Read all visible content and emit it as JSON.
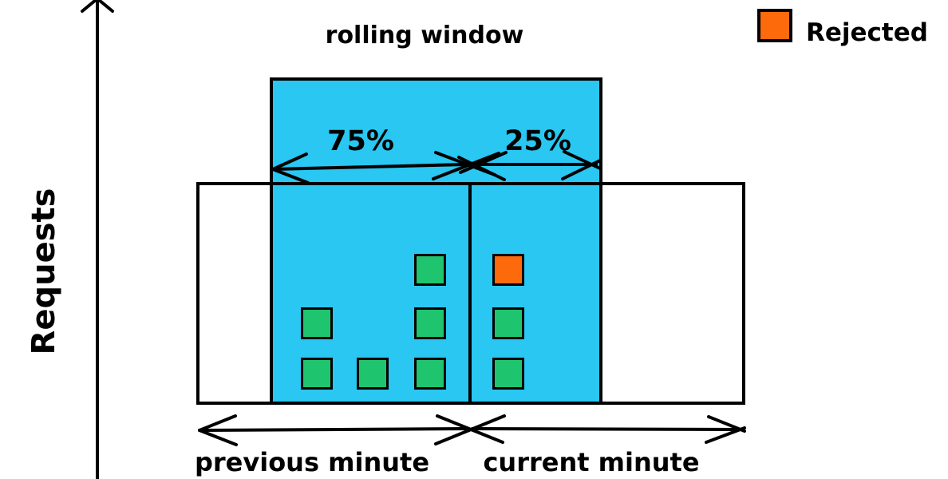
{
  "title": "rolling window",
  "y_axis_label": "Requests",
  "legend": {
    "label": "Rejected"
  },
  "window": {
    "previous_share": "75%",
    "current_share": "25%"
  },
  "timeline": {
    "previous_label": "previous minute",
    "current_label": "current minute"
  },
  "colors": {
    "window_fill": "#29C7F2",
    "accepted_fill": "#1EC46E",
    "rejected_fill": "#FC6A0C",
    "line": "#000000"
  },
  "requests": {
    "summary": {
      "previous_minute_accepted": 6,
      "current_minute_accepted": 2,
      "current_minute_rejected": 1
    },
    "squares": [
      {
        "column": "prev-1",
        "row": "middle",
        "status": "accepted"
      },
      {
        "column": "prev-1",
        "row": "bottom",
        "status": "accepted"
      },
      {
        "column": "prev-2",
        "row": "bottom",
        "status": "accepted"
      },
      {
        "column": "prev-3",
        "row": "top",
        "status": "accepted"
      },
      {
        "column": "prev-3",
        "row": "middle",
        "status": "accepted"
      },
      {
        "column": "prev-3",
        "row": "bottom",
        "status": "accepted"
      },
      {
        "column": "curr-1",
        "row": "top",
        "status": "rejected"
      },
      {
        "column": "curr-1",
        "row": "middle",
        "status": "accepted"
      },
      {
        "column": "curr-1",
        "row": "bottom",
        "status": "accepted"
      }
    ]
  }
}
